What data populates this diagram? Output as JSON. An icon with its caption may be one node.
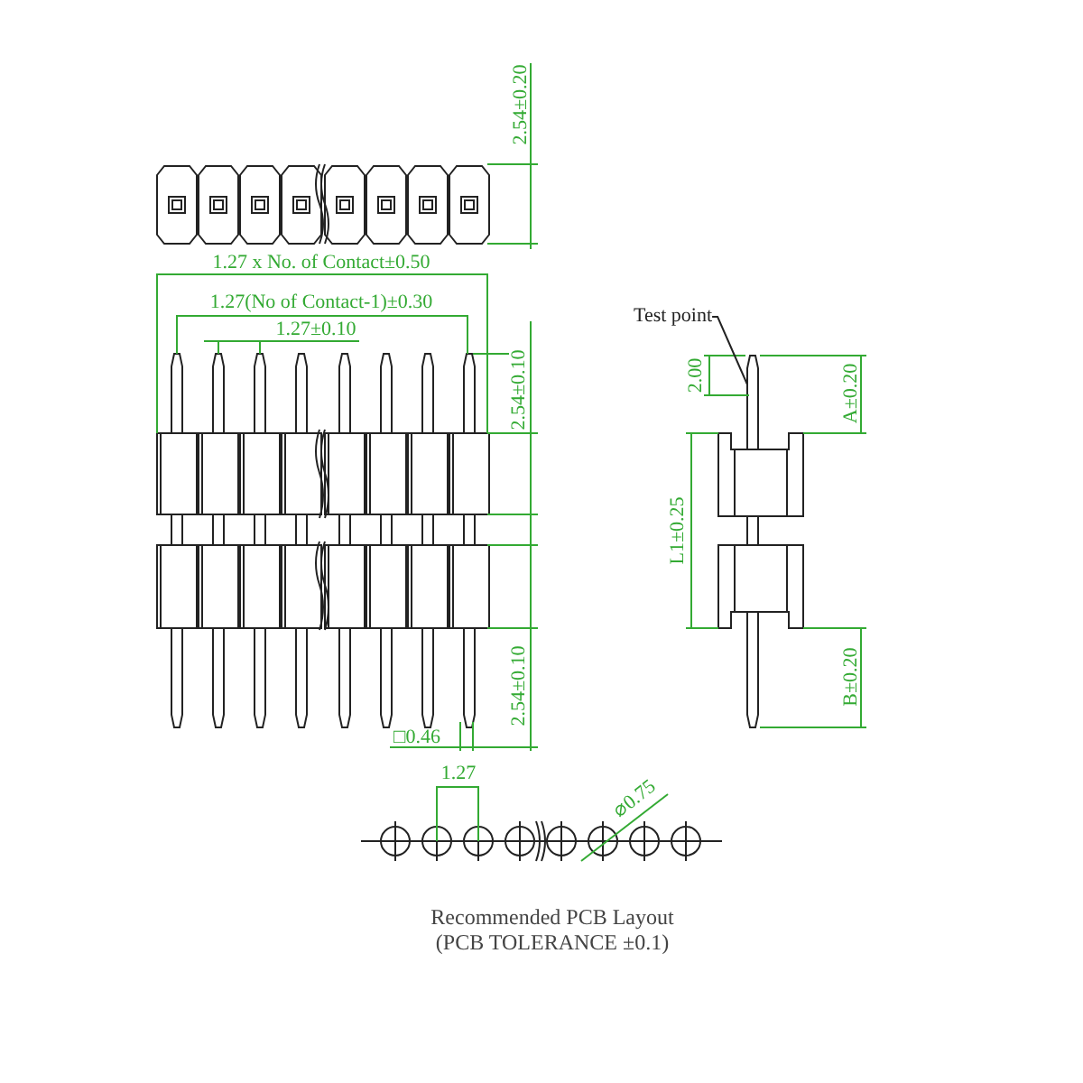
{
  "diagram": {
    "caption": "Recommended PCB Layout (PCB TOLERANCE ±0.1)",
    "nodes": [
      {
        "text": [
          "Test point"
        ]
      },
      {
        "text": [],
        "shape": "bar"
      }
    ],
    "edges": [
      {
        "from": 0,
        "to": 1,
        "arrow": "none"
      }
    ],
    "labels": [
      "2.54±0.20",
      "1.27 x No. of Contact±0.50",
      "1.27(No of Contact-1)±0.30",
      "1.27±0.10",
      "2.54±0.10",
      "2.00",
      "A±0.20",
      "L1±0.25",
      "2.54±0.10",
      "B±0.20",
      "□0.46",
      "1.27",
      "⌀0.75"
    ]
  }
}
